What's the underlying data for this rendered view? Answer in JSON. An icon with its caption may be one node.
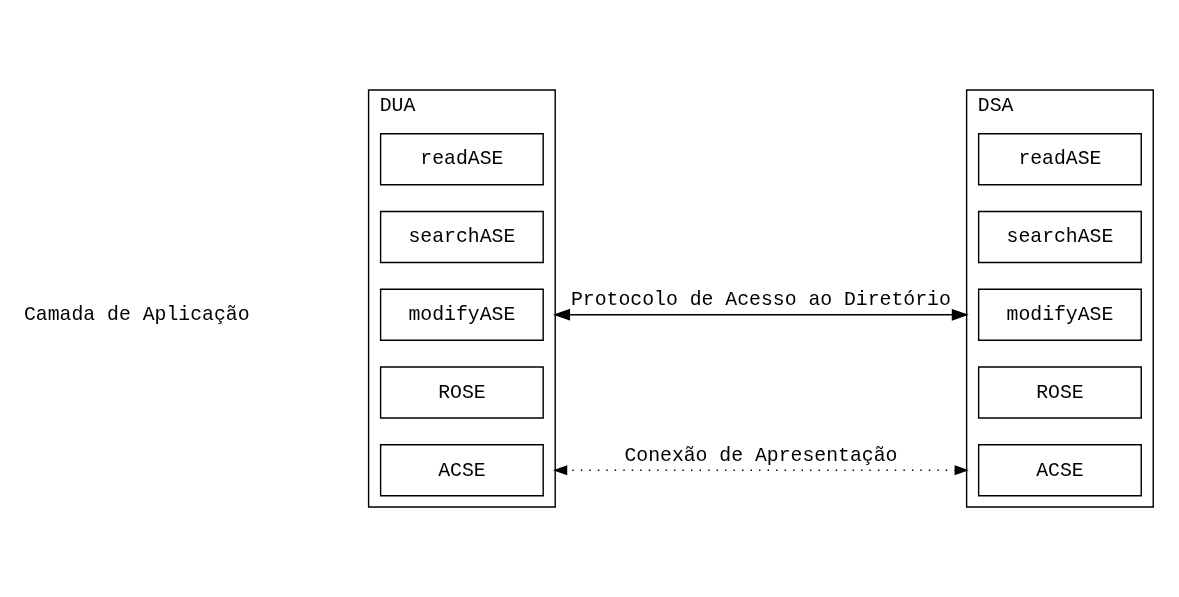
{
  "diagram": {
    "nodes": [
      {
        "text": [
          "DUA"
        ]
      },
      {
        "text": [
          "readASE"
        ],
        "in": 0
      },
      {
        "text": [
          "searchASE"
        ],
        "in": 0
      },
      {
        "text": [
          "modifyASE"
        ],
        "in": 0
      },
      {
        "text": [
          "ROSE"
        ],
        "in": 0
      },
      {
        "text": [
          "ACSE"
        ],
        "in": 0
      },
      {
        "text": [
          "DSA"
        ]
      },
      {
        "text": [
          "readASE"
        ],
        "in": 6
      },
      {
        "text": [
          "searchASE"
        ],
        "in": 6
      },
      {
        "text": [
          "modifyASE"
        ],
        "in": 6
      },
      {
        "text": [
          "ROSE"
        ],
        "in": 6
      },
      {
        "text": [
          "ACSE"
        ],
        "in": 6
      }
    ],
    "edges": [
      {
        "from": 0,
        "to": 6,
        "arrow": "both",
        "label": "Protocolo de Acesso ao Diretório"
      },
      {
        "from": 0,
        "to": 6,
        "arrow": "both",
        "label": "Conexão de Apresentação",
        "style": "dashed"
      }
    ],
    "labels": [
      "Camada de Aplicação"
    ]
  }
}
